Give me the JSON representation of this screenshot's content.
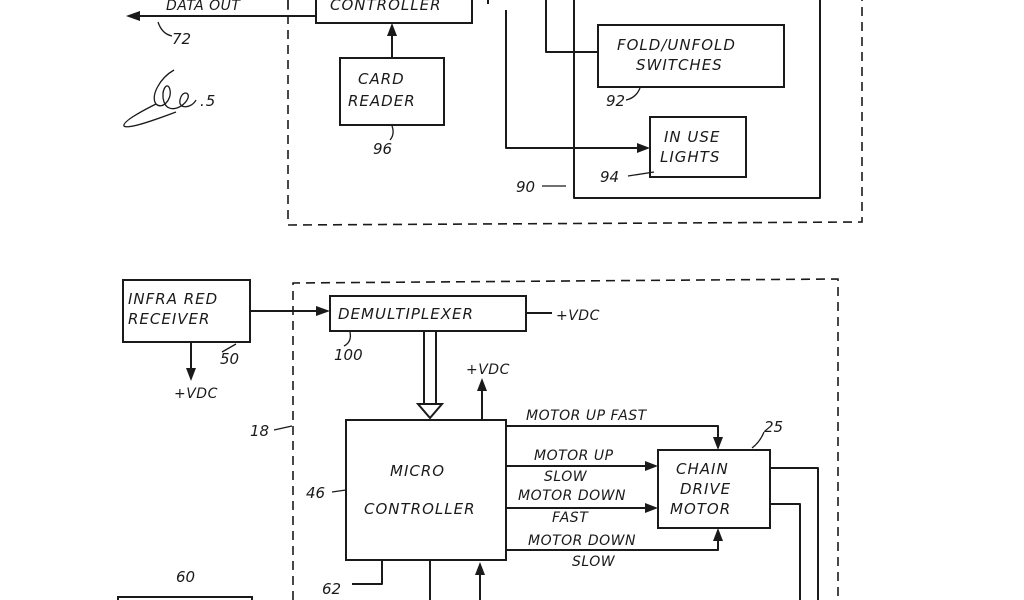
{
  "upper": {
    "data_out": "DATA OUT",
    "data_out_ref": "72",
    "controller": "CONTROLLER",
    "card_reader": [
      "CARD",
      "READER"
    ],
    "card_reader_ref": "96",
    "fold_switches": [
      "FOLD/UNFOLD",
      "SWITCHES"
    ],
    "fold_switches_ref": "92",
    "in_use_lights": [
      "IN USE",
      "LIGHTS"
    ],
    "in_use_lights_ref": "94",
    "group_ref": "90",
    "fig_label": ".5"
  },
  "lower": {
    "infrared_receiver": [
      "INFRA RED",
      "RECEIVER"
    ],
    "infrared_ref": "50",
    "infrared_vdc": "+VDC",
    "demultiplexer": "DEMULTIPLEXER",
    "demux_ref": "100",
    "demux_vdc": "+VDC",
    "micro_vdc": "+VDC",
    "group_ref": "18",
    "micro_controller": [
      "MICRO",
      "CONTROLLER"
    ],
    "micro_ref": "46",
    "chain_drive_motor": [
      "CHAIN",
      "DRIVE",
      "MOTOR"
    ],
    "motor_ref": "25",
    "signals": {
      "up_fast": "MOTOR UP FAST",
      "up_slow": [
        "MOTOR UP",
        "SLOW"
      ],
      "down_fast": [
        "MOTOR DOWN",
        "FAST"
      ],
      "down_slow": [
        "MOTOR DOWN",
        "SLOW"
      ]
    },
    "ref_60": "60",
    "ref_62": "62"
  }
}
